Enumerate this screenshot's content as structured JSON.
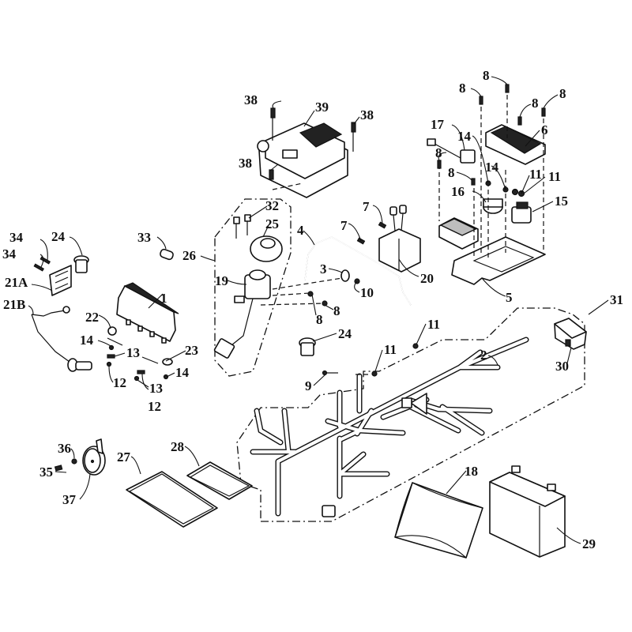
{
  "diagram": {
    "type": "exploded-parts-diagram",
    "subject": "Electrical system components",
    "callouts": [
      {
        "id": "c1",
        "label": "1",
        "part": "instrument-cluster"
      },
      {
        "id": "c2",
        "label": "2",
        "part": "main-wiring-harness"
      },
      {
        "id": "c3",
        "label": "3",
        "part": "clamp"
      },
      {
        "id": "c4",
        "label": "4",
        "part": "cable"
      },
      {
        "id": "c5",
        "label": "5",
        "part": "mounting-bracket-plate"
      },
      {
        "id": "c6",
        "label": "6",
        "part": "control-module"
      },
      {
        "id": "c7a",
        "label": "7",
        "part": "screw"
      },
      {
        "id": "c7b",
        "label": "7",
        "part": "screw"
      },
      {
        "id": "c8a",
        "label": "8",
        "part": "bolt"
      },
      {
        "id": "c8b",
        "label": "8",
        "part": "bolt"
      },
      {
        "id": "c8c",
        "label": "8",
        "part": "bolt"
      },
      {
        "id": "c8d",
        "label": "8",
        "part": "bolt"
      },
      {
        "id": "c8e",
        "label": "8",
        "part": "bolt"
      },
      {
        "id": "c8f",
        "label": "8",
        "part": "bolt"
      },
      {
        "id": "c8g",
        "label": "8",
        "part": "bolt"
      },
      {
        "id": "c8h",
        "label": "8",
        "part": "bolt"
      },
      {
        "id": "c9",
        "label": "9",
        "part": "harness-connector"
      },
      {
        "id": "c10",
        "label": "10",
        "part": "nut"
      },
      {
        "id": "c11a",
        "label": "11",
        "part": "nut"
      },
      {
        "id": "c11b",
        "label": "11",
        "part": "nut"
      },
      {
        "id": "c11c",
        "label": "11",
        "part": "nut"
      },
      {
        "id": "c11d",
        "label": "11",
        "part": "nut"
      },
      {
        "id": "c12a",
        "label": "12",
        "part": "nut"
      },
      {
        "id": "c12b",
        "label": "12",
        "part": "nut"
      },
      {
        "id": "c13a",
        "label": "13",
        "part": "grommet"
      },
      {
        "id": "c13b",
        "label": "13",
        "part": "grommet"
      },
      {
        "id": "c14a",
        "label": "14",
        "part": "screw"
      },
      {
        "id": "c14b",
        "label": "14",
        "part": "screw"
      },
      {
        "id": "c14c",
        "label": "14",
        "part": "screw"
      },
      {
        "id": "c14d",
        "label": "14",
        "part": "screw"
      },
      {
        "id": "c15",
        "label": "15",
        "part": "relay"
      },
      {
        "id": "c16",
        "label": "16",
        "part": "relay"
      },
      {
        "id": "c17",
        "label": "17",
        "part": "relay-with-lead"
      },
      {
        "id": "c18",
        "label": "18",
        "part": "battery-cover-pad"
      },
      {
        "id": "c19",
        "label": "19",
        "part": "ignition-switch"
      },
      {
        "id": "c20",
        "label": "20",
        "part": "voltage-regulator"
      },
      {
        "id": "c21a",
        "label": "21A",
        "part": "switch-panel"
      },
      {
        "id": "c21b",
        "label": "21B",
        "part": "lead-connector"
      },
      {
        "id": "c22",
        "label": "22",
        "part": "bracket-left"
      },
      {
        "id": "c23",
        "label": "23",
        "part": "bracket-right"
      },
      {
        "id": "c24a",
        "label": "24",
        "part": "socket"
      },
      {
        "id": "c24b",
        "label": "24",
        "part": "socket"
      },
      {
        "id": "c25",
        "label": "25",
        "part": "cap"
      },
      {
        "id": "c26",
        "label": "26",
        "part": "ignition-switch-kit"
      },
      {
        "id": "c27",
        "label": "27",
        "part": "pad-large"
      },
      {
        "id": "c28",
        "label": "28",
        "part": "pad-small"
      },
      {
        "id": "c29",
        "label": "29",
        "part": "battery"
      },
      {
        "id": "c30",
        "label": "30",
        "part": "fuse-box"
      },
      {
        "id": "c31",
        "label": "31",
        "part": "harness-assembly"
      },
      {
        "id": "c32",
        "label": "32",
        "part": "keys"
      },
      {
        "id": "c33",
        "label": "33",
        "part": "fuse"
      },
      {
        "id": "c34a",
        "label": "34",
        "part": "screw"
      },
      {
        "id": "c34b",
        "label": "34",
        "part": "screw"
      },
      {
        "id": "c35",
        "label": "35",
        "part": "bolt"
      },
      {
        "id": "c36",
        "label": "36",
        "part": "nut"
      },
      {
        "id": "c37",
        "label": "37",
        "part": "horn"
      },
      {
        "id": "c38a",
        "label": "38",
        "part": "bolt"
      },
      {
        "id": "c38b",
        "label": "38",
        "part": "bolt"
      },
      {
        "id": "c38c",
        "label": "38",
        "part": "bolt"
      },
      {
        "id": "c39",
        "label": "39",
        "part": "ecu"
      }
    ]
  }
}
